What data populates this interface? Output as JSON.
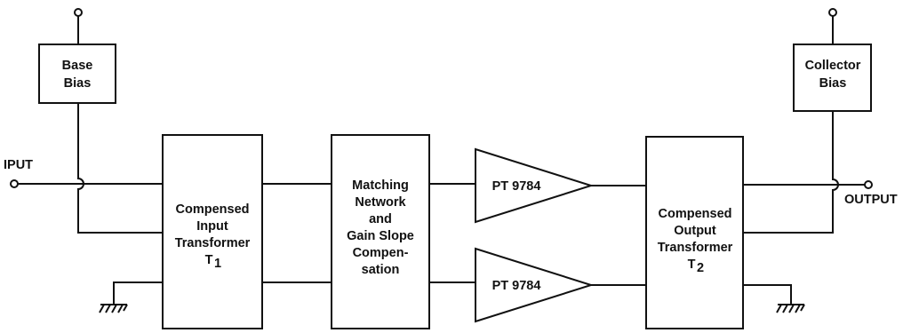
{
  "base_bias": {
    "line1": "Base",
    "line2": "Bias"
  },
  "collector_bias": {
    "line1": "Collector",
    "line2": "Bias"
  },
  "input_label": "IPUT",
  "output_label": "OUTPUT",
  "input_transformer": {
    "line1": "Compensed",
    "line2": "Input",
    "line3": "Transformer",
    "line4": "T",
    "subscript": "1"
  },
  "matching_network": {
    "line1": "Matching",
    "line2": "Network",
    "line3": "and",
    "line4": "Gain Slope",
    "line5": "Compen-",
    "line6": "sation"
  },
  "amplifier_top": {
    "label": "PT 9784"
  },
  "amplifier_bottom": {
    "label": "PT 9784"
  },
  "output_transformer": {
    "line1": "Compensed",
    "line2": "Output",
    "line3": "Transformer",
    "line4": "T",
    "subscript": "2"
  }
}
